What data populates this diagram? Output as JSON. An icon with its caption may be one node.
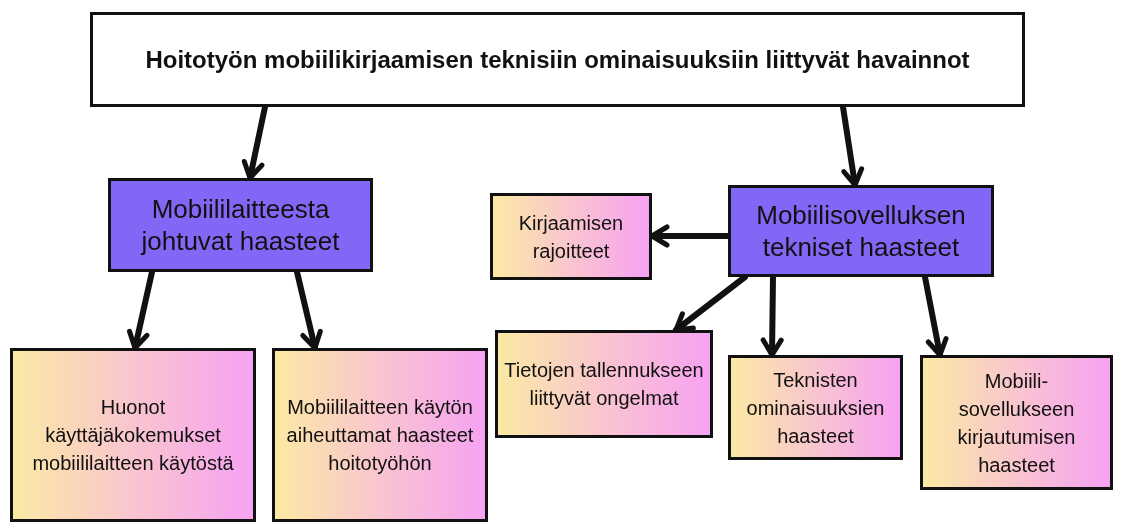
{
  "diagram": {
    "nodes": [
      {
        "text": [
          "Hoitotyön mobiilikirjaamisen teknisiin ominaisuuksiin liittyvät havainnot"
        ]
      },
      {
        "text": [
          "Mobiililaitteesta johtuvat haasteet"
        ]
      },
      {
        "text": [
          "Mobiilisovelluksen tekniset haasteet"
        ]
      },
      {
        "text": [
          "Kirjaamisen rajoitteet"
        ]
      },
      {
        "text": [
          "Huonot käyttäjäkokemukset mobiililaitteen käytöstä"
        ]
      },
      {
        "text": [
          "Mobiililaitteen käytön aiheuttamat haasteet hoitotyöhön"
        ]
      },
      {
        "text": [
          "Tietojen tallennukseen liittyvät ongelmat"
        ]
      },
      {
        "text": [
          "Teknisten ominaisuuksien haasteet"
        ]
      },
      {
        "text": [
          "Mobiili- sovellukseen kirjautumisen haasteet"
        ]
      }
    ],
    "edges": [
      {
        "from": 0,
        "to": 1,
        "arrow": "to"
      },
      {
        "from": 0,
        "to": 2,
        "arrow": "to"
      },
      {
        "from": 1,
        "to": 4,
        "arrow": "to"
      },
      {
        "from": 1,
        "to": 5,
        "arrow": "to"
      },
      {
        "from": 2,
        "to": 3,
        "arrow": "to"
      },
      {
        "from": 2,
        "to": 6,
        "arrow": "to"
      },
      {
        "from": 2,
        "to": 7,
        "arrow": "to"
      },
      {
        "from": 2,
        "to": 8,
        "arrow": "to"
      }
    ]
  }
}
